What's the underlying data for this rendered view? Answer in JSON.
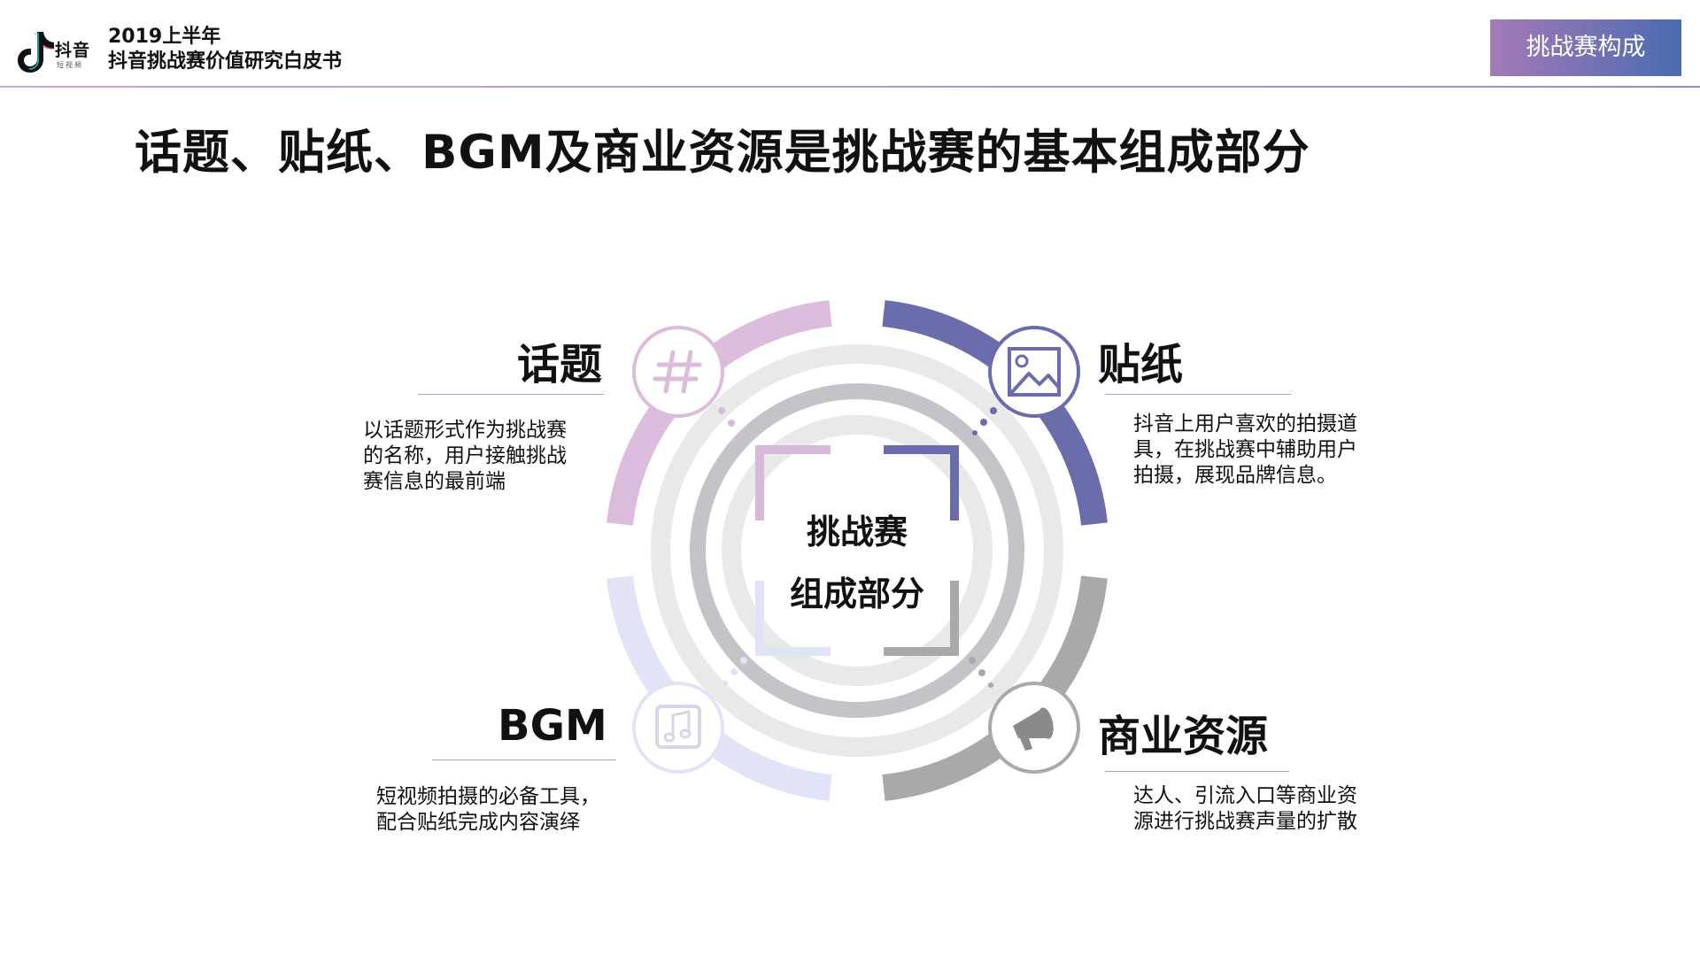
{
  "header": {
    "logo_text": "抖音",
    "logo_sub": "短视频",
    "report_title_line1": "2019上半年",
    "report_title_line2": "抖音挑战赛价值研究白皮书",
    "section_tag": "挑战赛构成"
  },
  "main_title": "话题、贴纸、BGM及商业资源是挑战赛的基本组成部分",
  "center": {
    "line1": "挑战赛",
    "line2": "组成部分"
  },
  "components": [
    {
      "title": "话题",
      "icon": "hash-icon",
      "desc": [
        "以话题形式作为挑战赛",
        "的名称，用户接触挑战",
        "赛信息的最前端"
      ],
      "color": "#d9b9da"
    },
    {
      "title": "贴纸",
      "icon": "image-icon",
      "desc": [
        "抖音上用户喜欢的拍摄道",
        "具，在挑战赛中辅助用户",
        "拍摄，展现品牌信息。"
      ],
      "color": "#6b6cab"
    },
    {
      "title": "BGM",
      "icon": "music-icon",
      "desc": [
        "短视频拍摄的必备工具，",
        "配合贴纸完成内容演绎"
      ],
      "color": "#dfe3f6"
    },
    {
      "title": "商业资源",
      "icon": "megaphone-icon",
      "desc": [
        "达人、引流入口等商业资",
        "源进行挑战赛声量的扩散"
      ],
      "color": "#aaaaaa"
    }
  ],
  "colors": {
    "accent_purple": "#a57ab8",
    "accent_blue": "#4a6bb0",
    "ring_grey": "#e6e6e6",
    "ring_dark": "#c5c5c9"
  }
}
